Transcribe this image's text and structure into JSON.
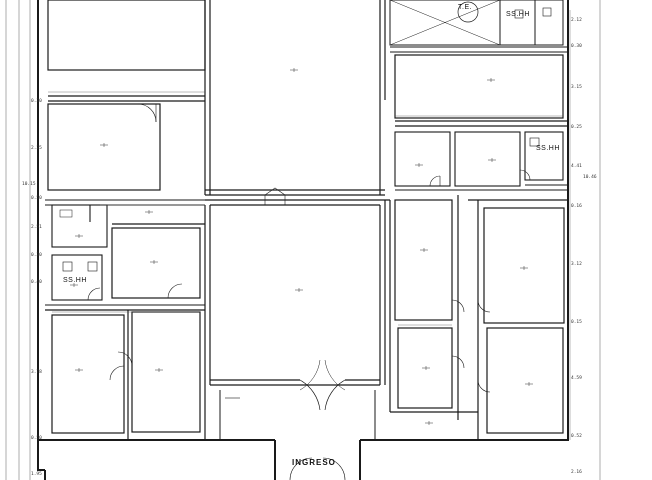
{
  "labels": {
    "entrance": "INGRESO",
    "bath_top": "SS.HH",
    "bath_right": "SS.HH",
    "bath_left": "SS.HH",
    "te": "T.E."
  },
  "dimensions_right": [
    "2.12",
    "0.30",
    "3.15",
    "0.25",
    "4.41",
    "10.46",
    "0.16",
    "3.12",
    "0.15",
    "4.59",
    "0.52",
    "2.16"
  ],
  "dimensions_left": [
    "0.30",
    "2.25",
    "10.15",
    "0.50",
    "2.51",
    "0.30",
    "0.40",
    "3.78",
    "0.50",
    "1.95"
  ],
  "colors": {
    "wall": "#1a1a1a",
    "paper": "#ffffff",
    "ink": "#222222"
  }
}
